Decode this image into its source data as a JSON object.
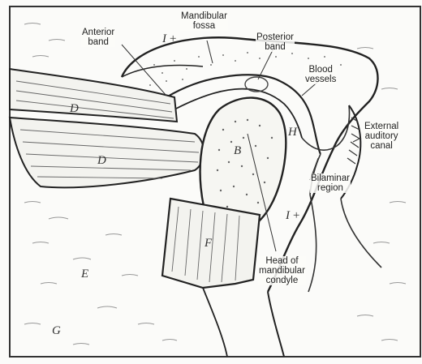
{
  "diagram": {
    "labels": {
      "anterior_band": [
        "Anterior",
        "band"
      ],
      "mandibular_fossa": [
        "Mandibular",
        "fossa"
      ],
      "posterior_band": [
        "Posterior",
        "band"
      ],
      "blood_vessels": [
        "Blood",
        "vessels"
      ],
      "external_auditory_canal": [
        "External",
        "auditory",
        "canal"
      ],
      "bilaminar_region": [
        "Bilaminar",
        "region"
      ],
      "head_of_mandibular_condyle": [
        "Head of",
        "mandibular",
        "condyle"
      ]
    },
    "letters": {
      "i_upper": "I",
      "i_upper_mark": "+",
      "i_lower": "I",
      "i_lower_mark": "+",
      "muscle_upper": "D",
      "muscle_lower": "D",
      "condyle_b": "B",
      "neck_f": "F",
      "bottom_e": "E",
      "bottom_g": "G",
      "h_mark": "H"
    }
  }
}
